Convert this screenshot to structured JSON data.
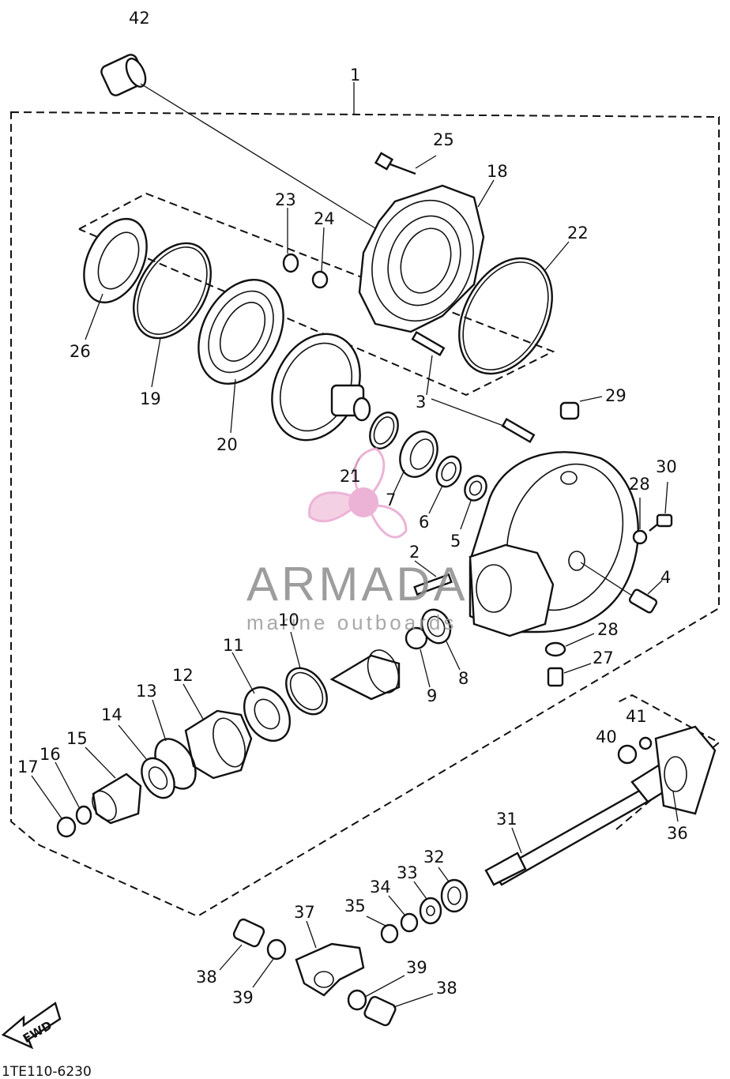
{
  "diagram": {
    "drawing_code": "1TE110-6230",
    "fwd_label": "FWD",
    "watermark": {
      "brand": "ARMADA",
      "tagline": "marine outboards",
      "color_pink": "#e9a6cf",
      "color_grey": "#8c8c8c"
    },
    "callouts": [
      {
        "id": "c42",
        "text": "42"
      },
      {
        "id": "c1",
        "text": "1"
      },
      {
        "id": "c25",
        "text": "25"
      },
      {
        "id": "c18",
        "text": "18"
      },
      {
        "id": "c23",
        "text": "23"
      },
      {
        "id": "c24",
        "text": "24"
      },
      {
        "id": "c22",
        "text": "22"
      },
      {
        "id": "c26",
        "text": "26"
      },
      {
        "id": "c19",
        "text": "19"
      },
      {
        "id": "c20",
        "text": "20"
      },
      {
        "id": "c3",
        "text": "3"
      },
      {
        "id": "c29",
        "text": "29"
      },
      {
        "id": "c21",
        "text": "21"
      },
      {
        "id": "c7",
        "text": "7"
      },
      {
        "id": "c6",
        "text": "6"
      },
      {
        "id": "c5",
        "text": "5"
      },
      {
        "id": "c28a",
        "text": "28"
      },
      {
        "id": "c30",
        "text": "30"
      },
      {
        "id": "c2",
        "text": "2"
      },
      {
        "id": "c4",
        "text": "4"
      },
      {
        "id": "c10",
        "text": "10"
      },
      {
        "id": "c28b",
        "text": "28"
      },
      {
        "id": "c27",
        "text": "27"
      },
      {
        "id": "c11",
        "text": "11"
      },
      {
        "id": "c9",
        "text": "9"
      },
      {
        "id": "c8",
        "text": "8"
      },
      {
        "id": "c12",
        "text": "12"
      },
      {
        "id": "c13",
        "text": "13"
      },
      {
        "id": "c14",
        "text": "14"
      },
      {
        "id": "c15",
        "text": "15"
      },
      {
        "id": "c16",
        "text": "16"
      },
      {
        "id": "c17",
        "text": "17"
      },
      {
        "id": "c40",
        "text": "40"
      },
      {
        "id": "c41",
        "text": "41"
      },
      {
        "id": "c36",
        "text": "36"
      },
      {
        "id": "c31",
        "text": "31"
      },
      {
        "id": "c32",
        "text": "32"
      },
      {
        "id": "c33",
        "text": "33"
      },
      {
        "id": "c34",
        "text": "34"
      },
      {
        "id": "c35",
        "text": "35"
      },
      {
        "id": "c37",
        "text": "37"
      },
      {
        "id": "c39a",
        "text": "39"
      },
      {
        "id": "c39b",
        "text": "39"
      },
      {
        "id": "c38a",
        "text": "38"
      },
      {
        "id": "c38b",
        "text": "38"
      }
    ]
  }
}
